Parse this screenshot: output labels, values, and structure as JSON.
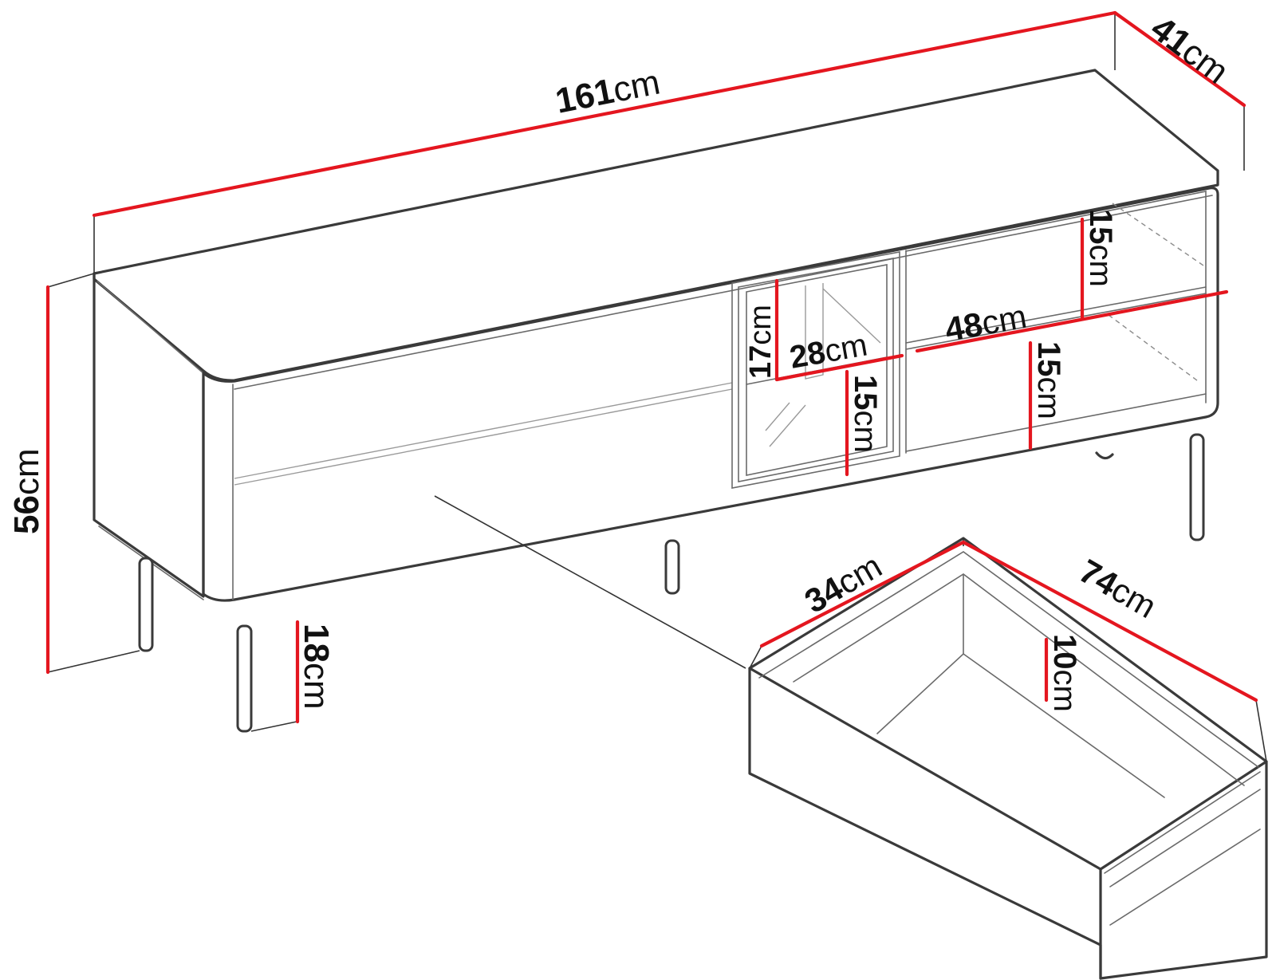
{
  "diagram": {
    "line_color": "#3a3a3a",
    "dimension_color": "#e4161f",
    "text_color": "#111111",
    "dimensions": {
      "width": {
        "value": "161",
        "unit": "cm"
      },
      "depth": {
        "value": "41",
        "unit": "cm"
      },
      "height": {
        "value": "56",
        "unit": "cm"
      },
      "leg_height": {
        "value": "18",
        "unit": "cm"
      },
      "glass_width": {
        "value": "28",
        "unit": "cm"
      },
      "glass_upper": {
        "value": "17",
        "unit": "cm"
      },
      "glass_lower": {
        "value": "15",
        "unit": "cm"
      },
      "shelf_width": {
        "value": "48",
        "unit": "cm"
      },
      "shelf_upper": {
        "value": "15",
        "unit": "cm"
      },
      "shelf_lower": {
        "value": "15",
        "unit": "cm"
      },
      "drawer_width": {
        "value": "74",
        "unit": "cm"
      },
      "drawer_depth": {
        "value": "34",
        "unit": "cm"
      },
      "drawer_height": {
        "value": "10",
        "unit": "cm"
      }
    }
  }
}
